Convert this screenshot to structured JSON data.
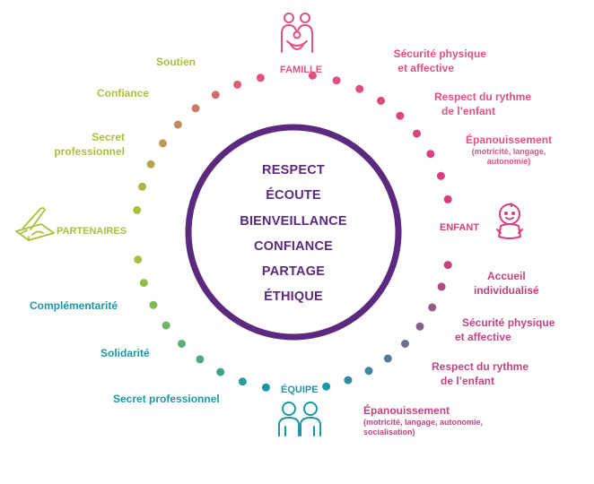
{
  "colors": {
    "circle": "#5b2a7e",
    "famille": "#e0517f",
    "enfant": "#d43f7c",
    "enfant_lower": "#c2437e",
    "equipe": "#1a98a6",
    "partenaires": "#a6c23d"
  },
  "center": {
    "words": [
      "RESPECT",
      "ÉCOUTE",
      "BIENVEILLANCE",
      "CONFIANCE",
      "PARTAGE",
      "ÉTHIQUE"
    ]
  },
  "nodes": {
    "famille": {
      "label": "FAMILLE",
      "icon": "family-icon"
    },
    "enfant": {
      "label": "ENFANT",
      "icon": "baby-icon"
    },
    "equipe": {
      "label": "ÉQUIPE",
      "icon": "team-icon"
    },
    "partenaires": {
      "label": "PARTENAIRES",
      "icon": "handshake-document-icon"
    }
  },
  "famille_items": {
    "i1_l1": "Sécurité physique",
    "i1_l2": "et affective",
    "i2_l1": "Respect du rythme",
    "i2_l2": "de l’enfant",
    "i3_l1": "Épanouissement",
    "i3_l2": "(motricité, langage,",
    "i3_l3": "autonomie)"
  },
  "enfant_items": {
    "i1_l1": "Accueil",
    "i1_l2": "individualisé",
    "i2_l1": "Sécurité physique",
    "i2_l2": "et affective",
    "i3_l1": "Respect du rythme",
    "i3_l2": "de l’enfant",
    "i4_l1": "Épanouissement",
    "i4_l2": "(motricité, langage, autonomie,",
    "i4_l3": "socialisation)"
  },
  "partenaires_items": {
    "i1": "Soutien",
    "i2": "Confiance",
    "i3_l1": "Secret",
    "i3_l2": "professionnel"
  },
  "equipe_items": {
    "i1": "Complémentarité",
    "i2": "Solidarité",
    "i3": "Secret professionnel"
  }
}
